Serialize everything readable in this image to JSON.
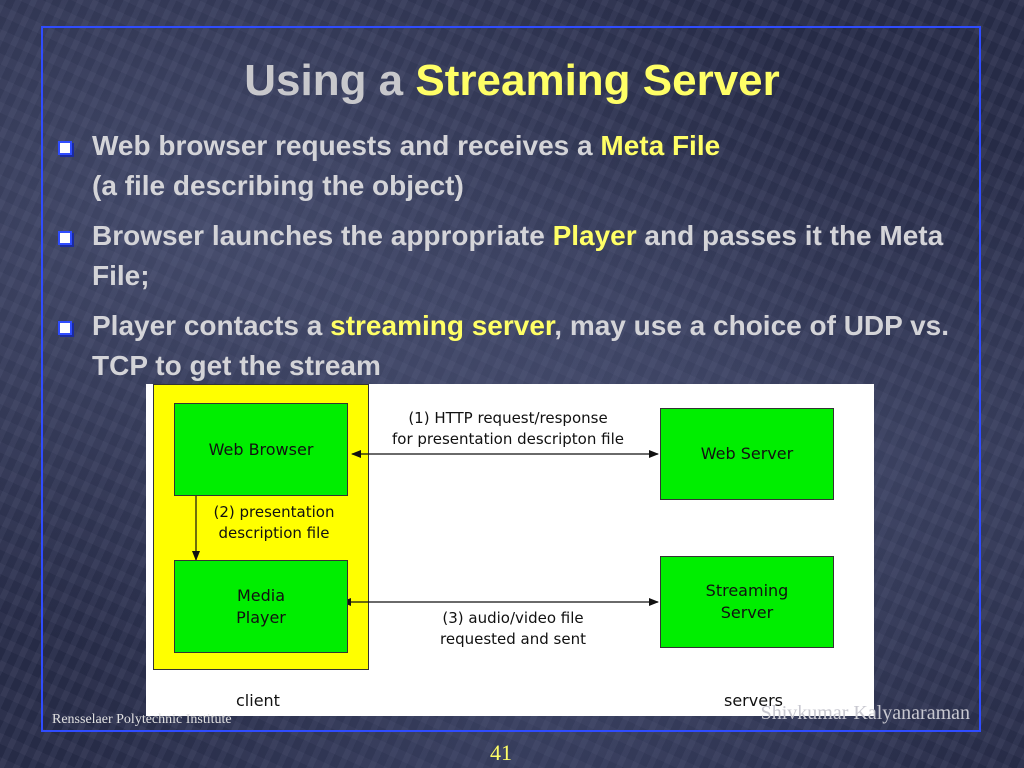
{
  "slide": {
    "title_prefix": "Using a ",
    "title_highlight": "Streaming Server",
    "bullets": [
      {
        "before": "Web browser requests and receives a ",
        "highlight": "Meta File",
        "after": "",
        "line2": "(a file describing the object)"
      },
      {
        "before": "Browser launches the appropriate ",
        "highlight": "Player",
        "after": " and passes it the Meta File;"
      },
      {
        "before": "Player contacts a ",
        "highlight": "streaming server",
        "after": ", may use a choice of UDP vs. TCP to get the stream"
      }
    ],
    "footer_left": "Rensselaer Polytechnic Institute",
    "footer_right": "Shivkumar Kalyanaraman",
    "page_number": "41",
    "colors": {
      "highlight": "#ffff66",
      "frame": "#2f4cff",
      "node_fill": "#00ee00",
      "client_zone": "#ffff00"
    }
  },
  "diagram": {
    "nodes": {
      "web_browser": "Web Browser",
      "media_player": "Media\nPlayer",
      "web_server": "Web Server",
      "streaming_server": "Streaming\nServer"
    },
    "labels": {
      "step1": "(1) HTTP request/response\nfor presentation descripton file",
      "step2": "(2)  presentation\ndescription file",
      "step3": "(3) audio/video file\nrequested and sent"
    },
    "zones": {
      "client": "client",
      "servers": "servers"
    }
  }
}
